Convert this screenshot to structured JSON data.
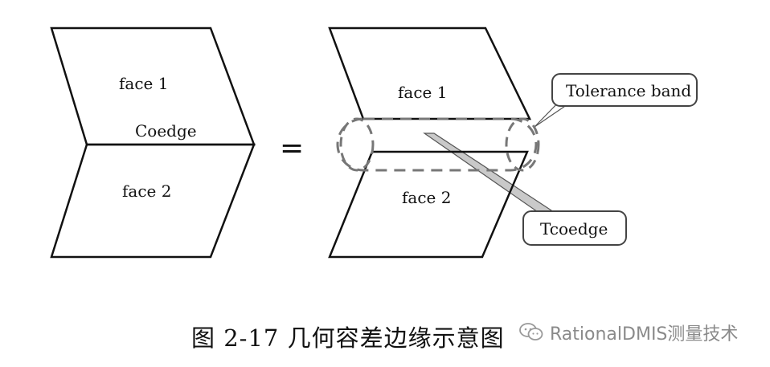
{
  "left": {
    "face1_label": "face 1",
    "face2_label": "face 2",
    "coedge_label": "Coedge"
  },
  "equals": "=",
  "right": {
    "face1_label": "face 1",
    "face2_label": "face 2",
    "tolerance_band_label": "Tolerance band",
    "tcoedge_label": "Tcoedge"
  },
  "caption": "图 2-17 几何容差边缘示意图",
  "watermark": {
    "text": "RationalDMIS测量技术",
    "icon": "wechat-icon"
  }
}
